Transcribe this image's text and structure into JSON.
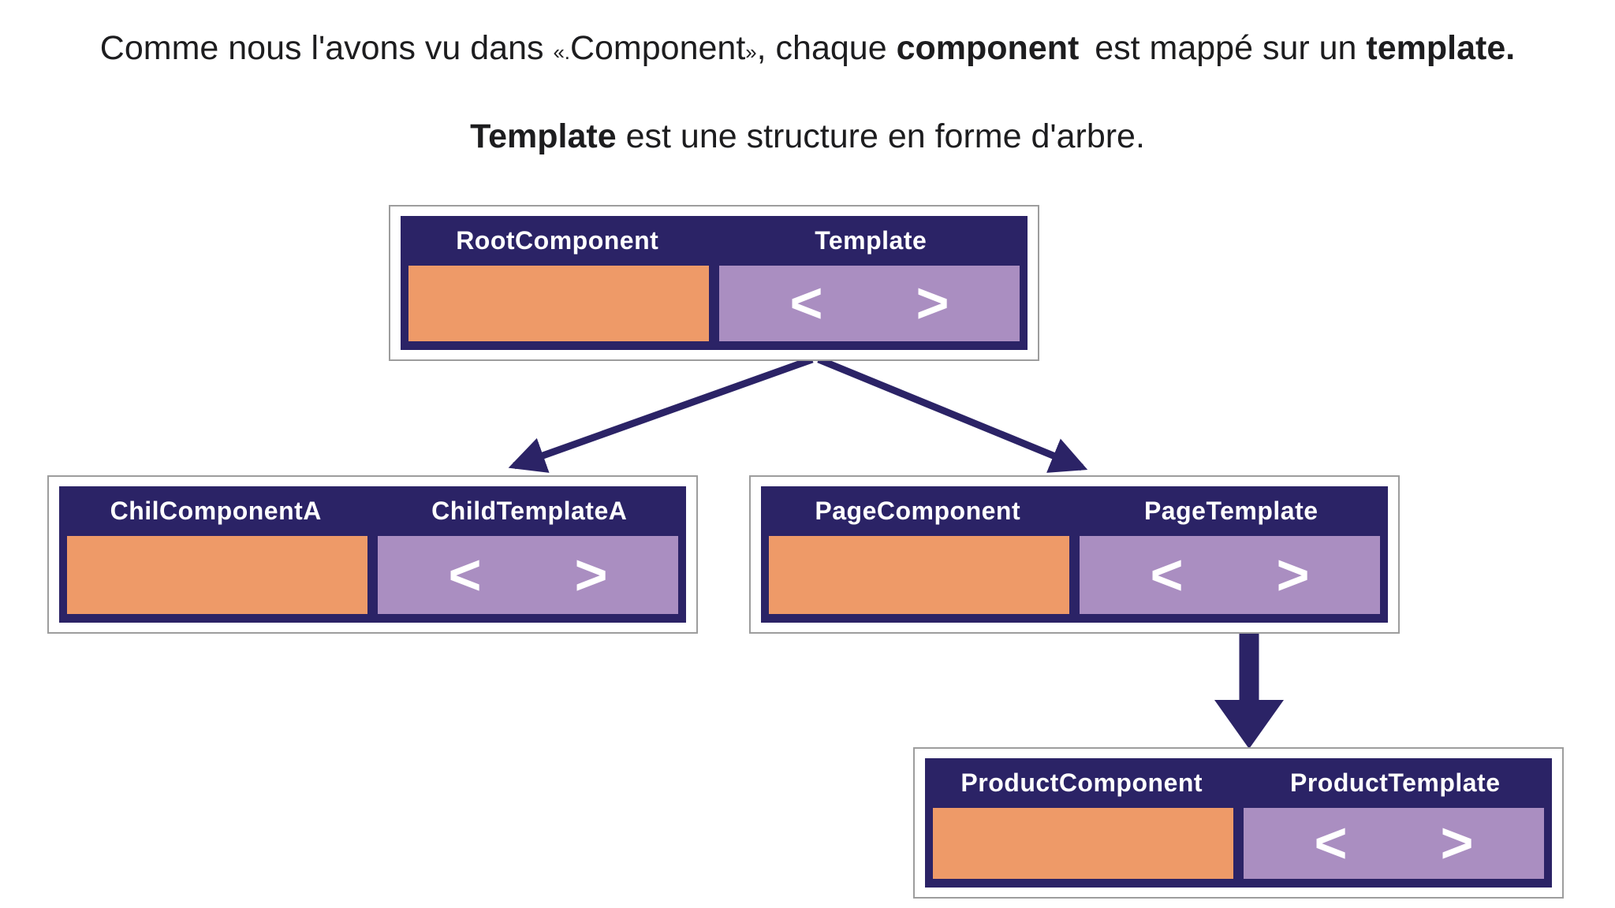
{
  "page": {
    "line1": {
      "part1": "Comme nous l'avons vu dans ",
      "quote_open": "«.",
      "quote_word": "Component",
      "quote_close": "»",
      "part2": ", chaque ",
      "bold_component": "component",
      "part3": " est mappé sur un ",
      "bold_template": "template."
    },
    "line2": {
      "bold": "Template",
      "rest": " est une structure en forme d'arbre."
    }
  },
  "colors": {
    "navy": "#2b2366",
    "orange": "#ee9a68",
    "purple": "#aa8ec1",
    "box_border": "#9d9d9d",
    "label_text": "#ffffff",
    "body_text": "#1d1d1f"
  },
  "diagram": {
    "nodes": [
      {
        "component": "RootComponent",
        "template": "Template",
        "lt": "<",
        "gt": ">"
      },
      {
        "component": "ChilComponentA",
        "template": "ChildTemplateA",
        "lt": "<",
        "gt": ">"
      },
      {
        "component": "PageComponent",
        "template": "PageTemplate",
        "lt": "<",
        "gt": ">"
      },
      {
        "component": "ProductComponent",
        "template": "ProductTemplate",
        "lt": "<",
        "gt": ">"
      }
    ]
  }
}
